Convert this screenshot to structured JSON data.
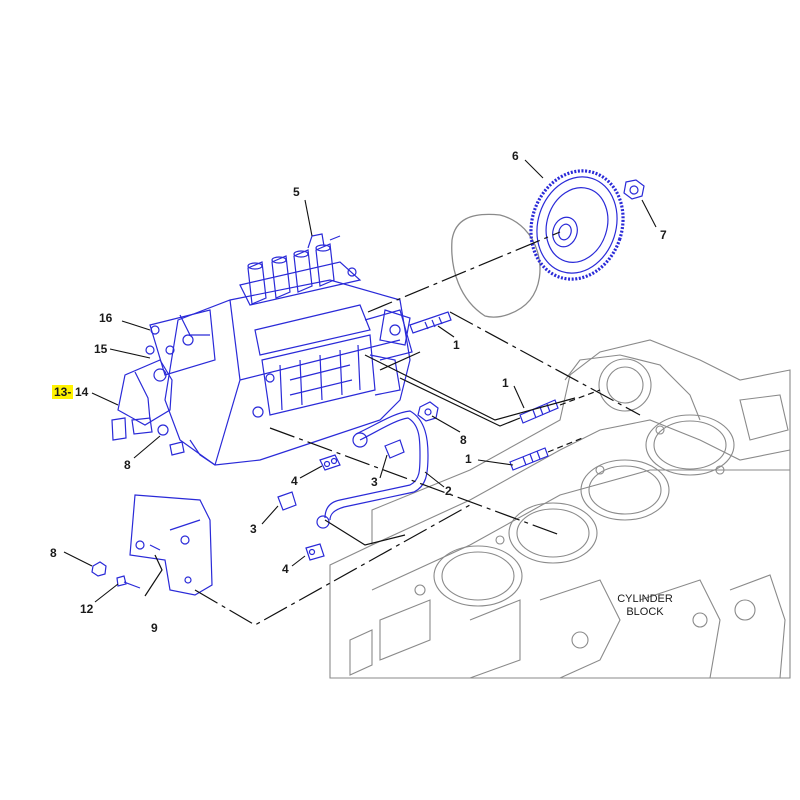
{
  "colors": {
    "part_line": "#2a2ad8",
    "engine_line": "#8a8a8a",
    "leader": "#111111",
    "highlight": "#fff200",
    "background": "#ffffff"
  },
  "callouts": {
    "c1a": "1",
    "c1b": "1",
    "c1c": "1",
    "c2": "2",
    "c3a": "3",
    "c3b": "3",
    "c4a": "4",
    "c4b": "4",
    "c5": "5",
    "c6": "6",
    "c7": "7",
    "c8a": "8",
    "c8b": "8",
    "c8c": "8",
    "c9": "9",
    "c12": "12",
    "c13": "13-",
    "c14": "14",
    "c15": "15",
    "c16": "16"
  },
  "block": {
    "line1": "CYLINDER",
    "line2": "BLOCK"
  }
}
